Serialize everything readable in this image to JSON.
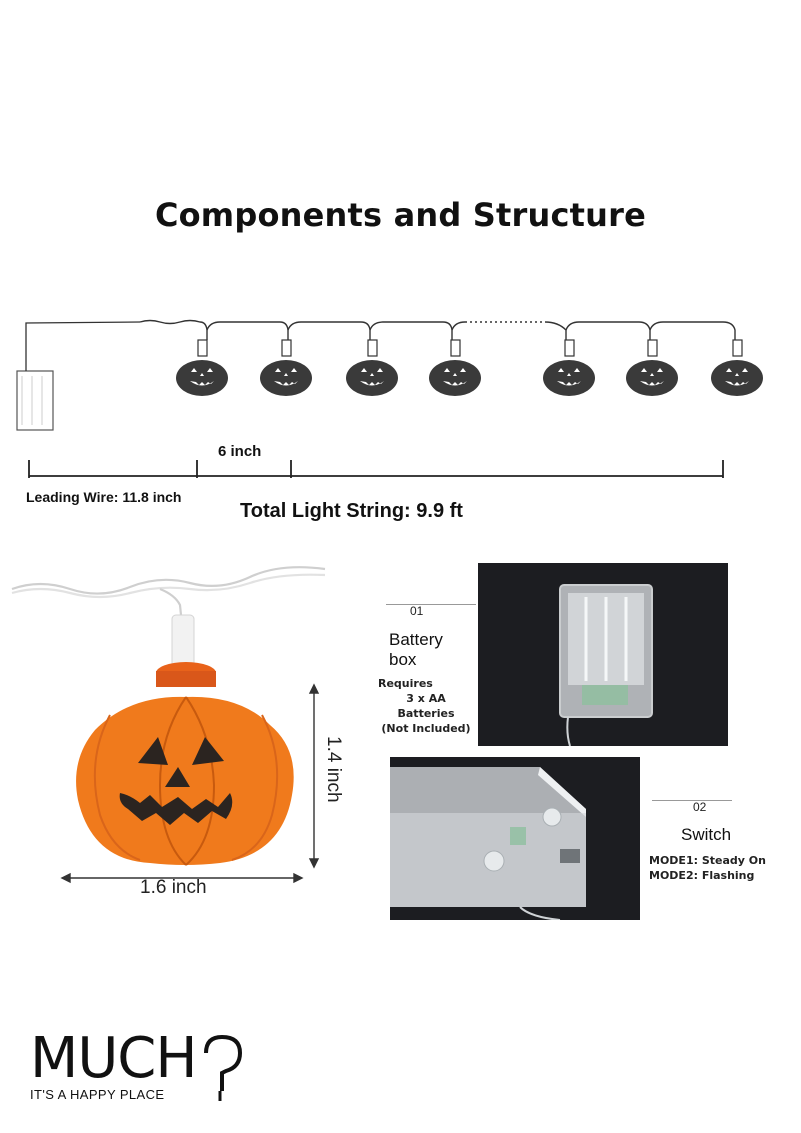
{
  "title": "Components and Structure",
  "diagram": {
    "spacing_label": "6 inch",
    "leading_wire_label": "Leading Wire: 11.8 inch",
    "total_label": "Total Light String: 9.9 ft"
  },
  "pumpkin_dimensions": {
    "width_label": "1.6 inch",
    "height_label": "1.4 inch"
  },
  "battery_callout": {
    "number": "01",
    "title_line1": "Battery",
    "title_line2": "box",
    "note_line1": "Requires",
    "note_line2": "3 x AA Batteries",
    "note_line3": "(Not Included)"
  },
  "switch_callout": {
    "number": "02",
    "title": "Switch",
    "mode1": "MODE1:  Steady On",
    "mode2": "MODE2:  Flashing"
  },
  "logo": {
    "wordmark": "MUCH",
    "tagline": "IT'S A HAPPY PLACE"
  },
  "colors": {
    "pumpkin_orange": "#f07a1c",
    "pumpkin_dark": "#c85a0e",
    "icon_dark": "#3a3a3a",
    "photo_bg": "#1c1d21"
  }
}
